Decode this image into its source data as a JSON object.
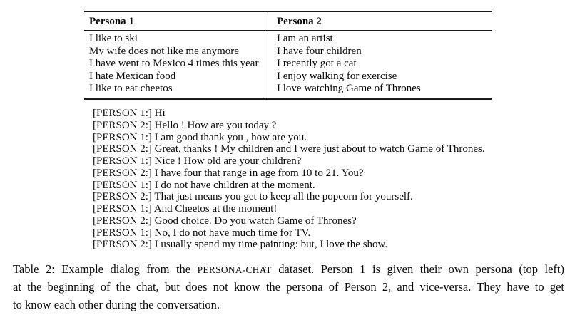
{
  "colors": {
    "text": "#0a0a0a",
    "rule": "#1a1a1a",
    "background": "#ffffff"
  },
  "table": {
    "headers": [
      "Persona 1",
      "Persona 2"
    ],
    "persona1": [
      "I like to ski",
      "My wife does not like me anymore",
      "I have went to Mexico 4 times this year",
      "I hate Mexican food",
      "I like to eat cheetos"
    ],
    "persona2": [
      "I am an artist",
      "I have four children",
      "I recently got a cat",
      "I enjoy walking for exercise",
      "I love watching Game of Thrones"
    ]
  },
  "dialog": {
    "lines": [
      "[PERSON 1:] Hi",
      "[PERSON 2:] Hello ! How are you today ?",
      "[PERSON 1:] I am good thank you , how are you.",
      "[PERSON 2:] Great, thanks ! My children and I were just about to watch Game of Thrones.",
      "[PERSON 1:] Nice ! How old are your children?",
      "[PERSON 2:] I have four that range in age from 10 to 21. You?",
      "[PERSON 1:] I do not have children at the moment.",
      "[PERSON 2:] That just means you get to keep all the popcorn for yourself.",
      "[PERSON 1:] And Cheetos at the moment!",
      "[PERSON 2:] Good choice. Do you watch Game of Thrones?",
      "[PERSON 1:] No, I do not have much time for TV.",
      "[PERSON 2:] I usually spend my time painting: but, I love the show."
    ]
  },
  "caption": {
    "line1_pre": "Table 2: Example dialog from the ",
    "dataset_name": "PERSONA-CHAT",
    "line1_post": " dataset. Person 1 is given their own persona (top left)",
    "line2": "at the beginning of the chat, but does not know the persona of Person 2, and vice-versa. They have to get",
    "line3": "to know each other during the conversation."
  }
}
